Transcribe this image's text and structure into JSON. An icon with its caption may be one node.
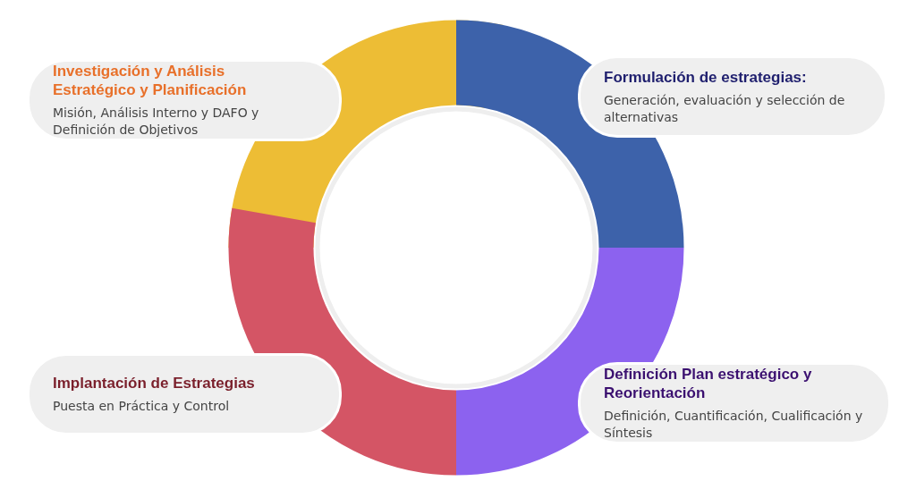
{
  "diagram": {
    "nodes": [
      {
        "text": [
          "Investigación y Análisis Estratégico y Planificación",
          "Misión, Análisis Interno y DAFO y Definición de Objetivos"
        ]
      },
      {
        "text": [
          "Formulación de estrategias:",
          "Generación, evaluación y selección de alternativas"
        ]
      },
      {
        "text": [
          "Definición Plan estratégico y Reorientación",
          "Definición, Cuantificación, Cualificación y Síntesis"
        ]
      },
      {
        "text": [
          "Implantación de Estrategias",
          "Puesta en Práctica y Control"
        ]
      }
    ]
  }
}
